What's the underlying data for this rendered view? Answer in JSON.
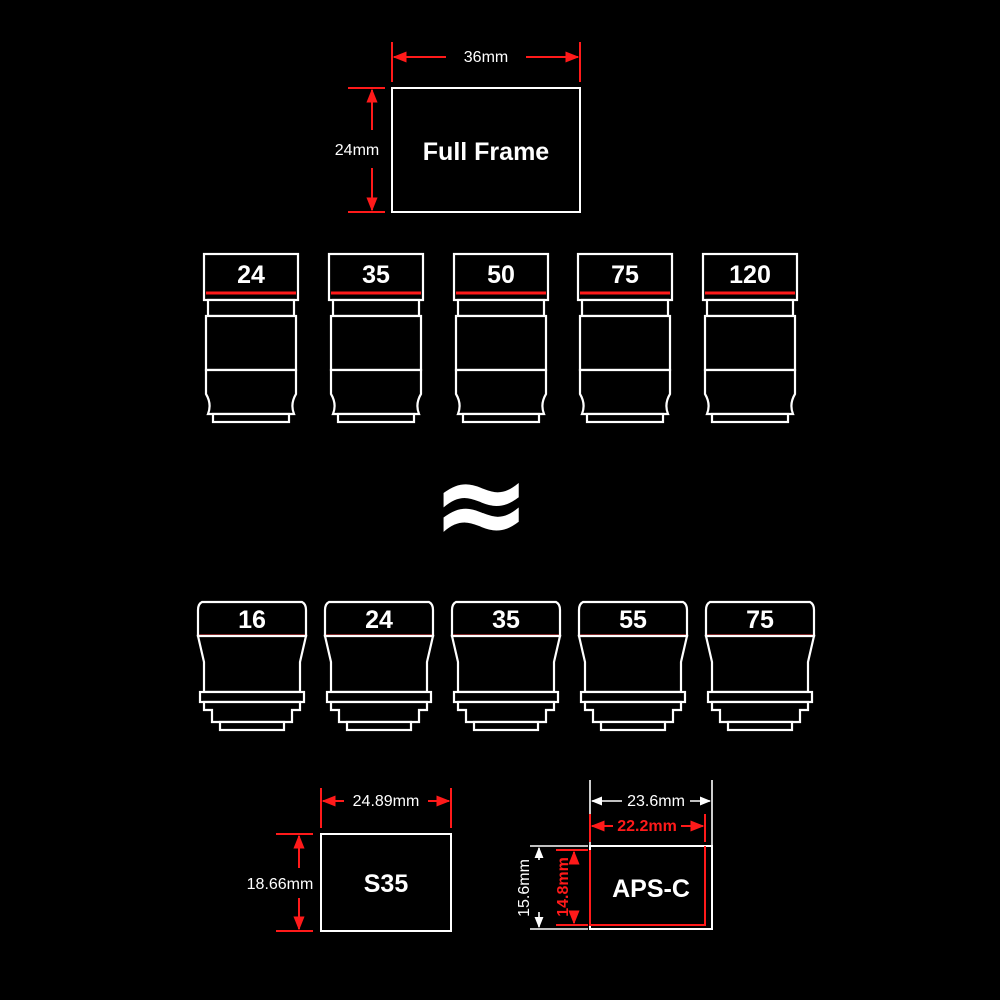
{
  "full_frame": {
    "label": "Full Frame",
    "width_label": "36mm",
    "height_label": "24mm"
  },
  "full_frame_lenses": [
    "24",
    "35",
    "50",
    "75",
    "120"
  ],
  "approx_symbol": "≈",
  "s35_lenses": [
    "16",
    "24",
    "35",
    "55",
    "75"
  ],
  "s35": {
    "label": "S35",
    "width_label": "24.89mm",
    "height_label": "18.66mm"
  },
  "apsc": {
    "label": "APS-C",
    "outer_width_label": "23.6mm",
    "inner_width_label": "22.2mm",
    "outer_height_label": "15.6mm",
    "inner_height_label": "14.8mm"
  },
  "colors": {
    "background": "#000000",
    "line": "#ffffff",
    "accent": "#ff1a1a"
  }
}
